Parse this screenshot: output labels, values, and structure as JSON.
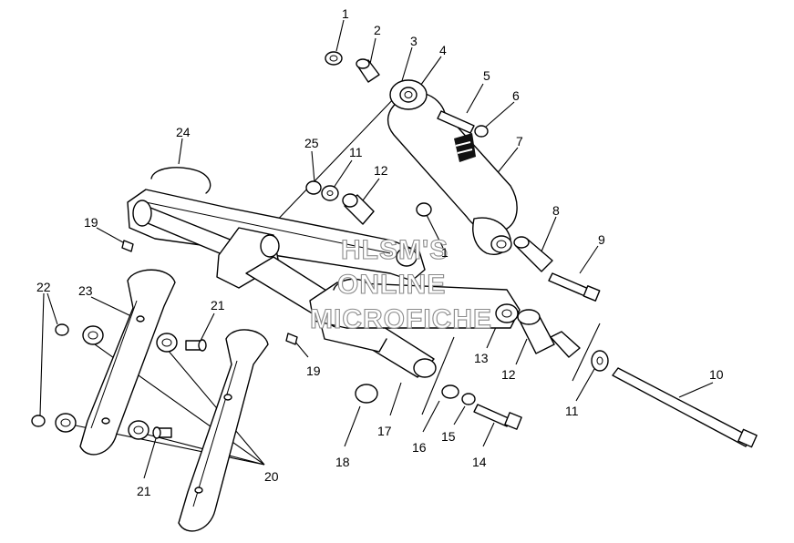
{
  "watermark": {
    "line1": "HLSM'S",
    "line2": "ONLINE",
    "line3": "MICROFICHE"
  },
  "callouts": {
    "c1a": "1",
    "c2": "2",
    "c3": "3",
    "c4": "4",
    "c5": "5",
    "c6": "6",
    "c7": "7",
    "c24": "24",
    "c25": "25",
    "c11a": "11",
    "c12a": "12",
    "c1b": "1",
    "c8": "8",
    "c9": "9",
    "c19a": "19",
    "c22": "22",
    "c23": "23",
    "c21a": "21",
    "c19b": "19",
    "c13": "13",
    "c12b": "12",
    "c10": "10",
    "c11b": "11",
    "c16": "16",
    "c15": "15",
    "c14": "14",
    "c17": "17",
    "c18": "18",
    "c20": "20",
    "c21b": "21"
  }
}
